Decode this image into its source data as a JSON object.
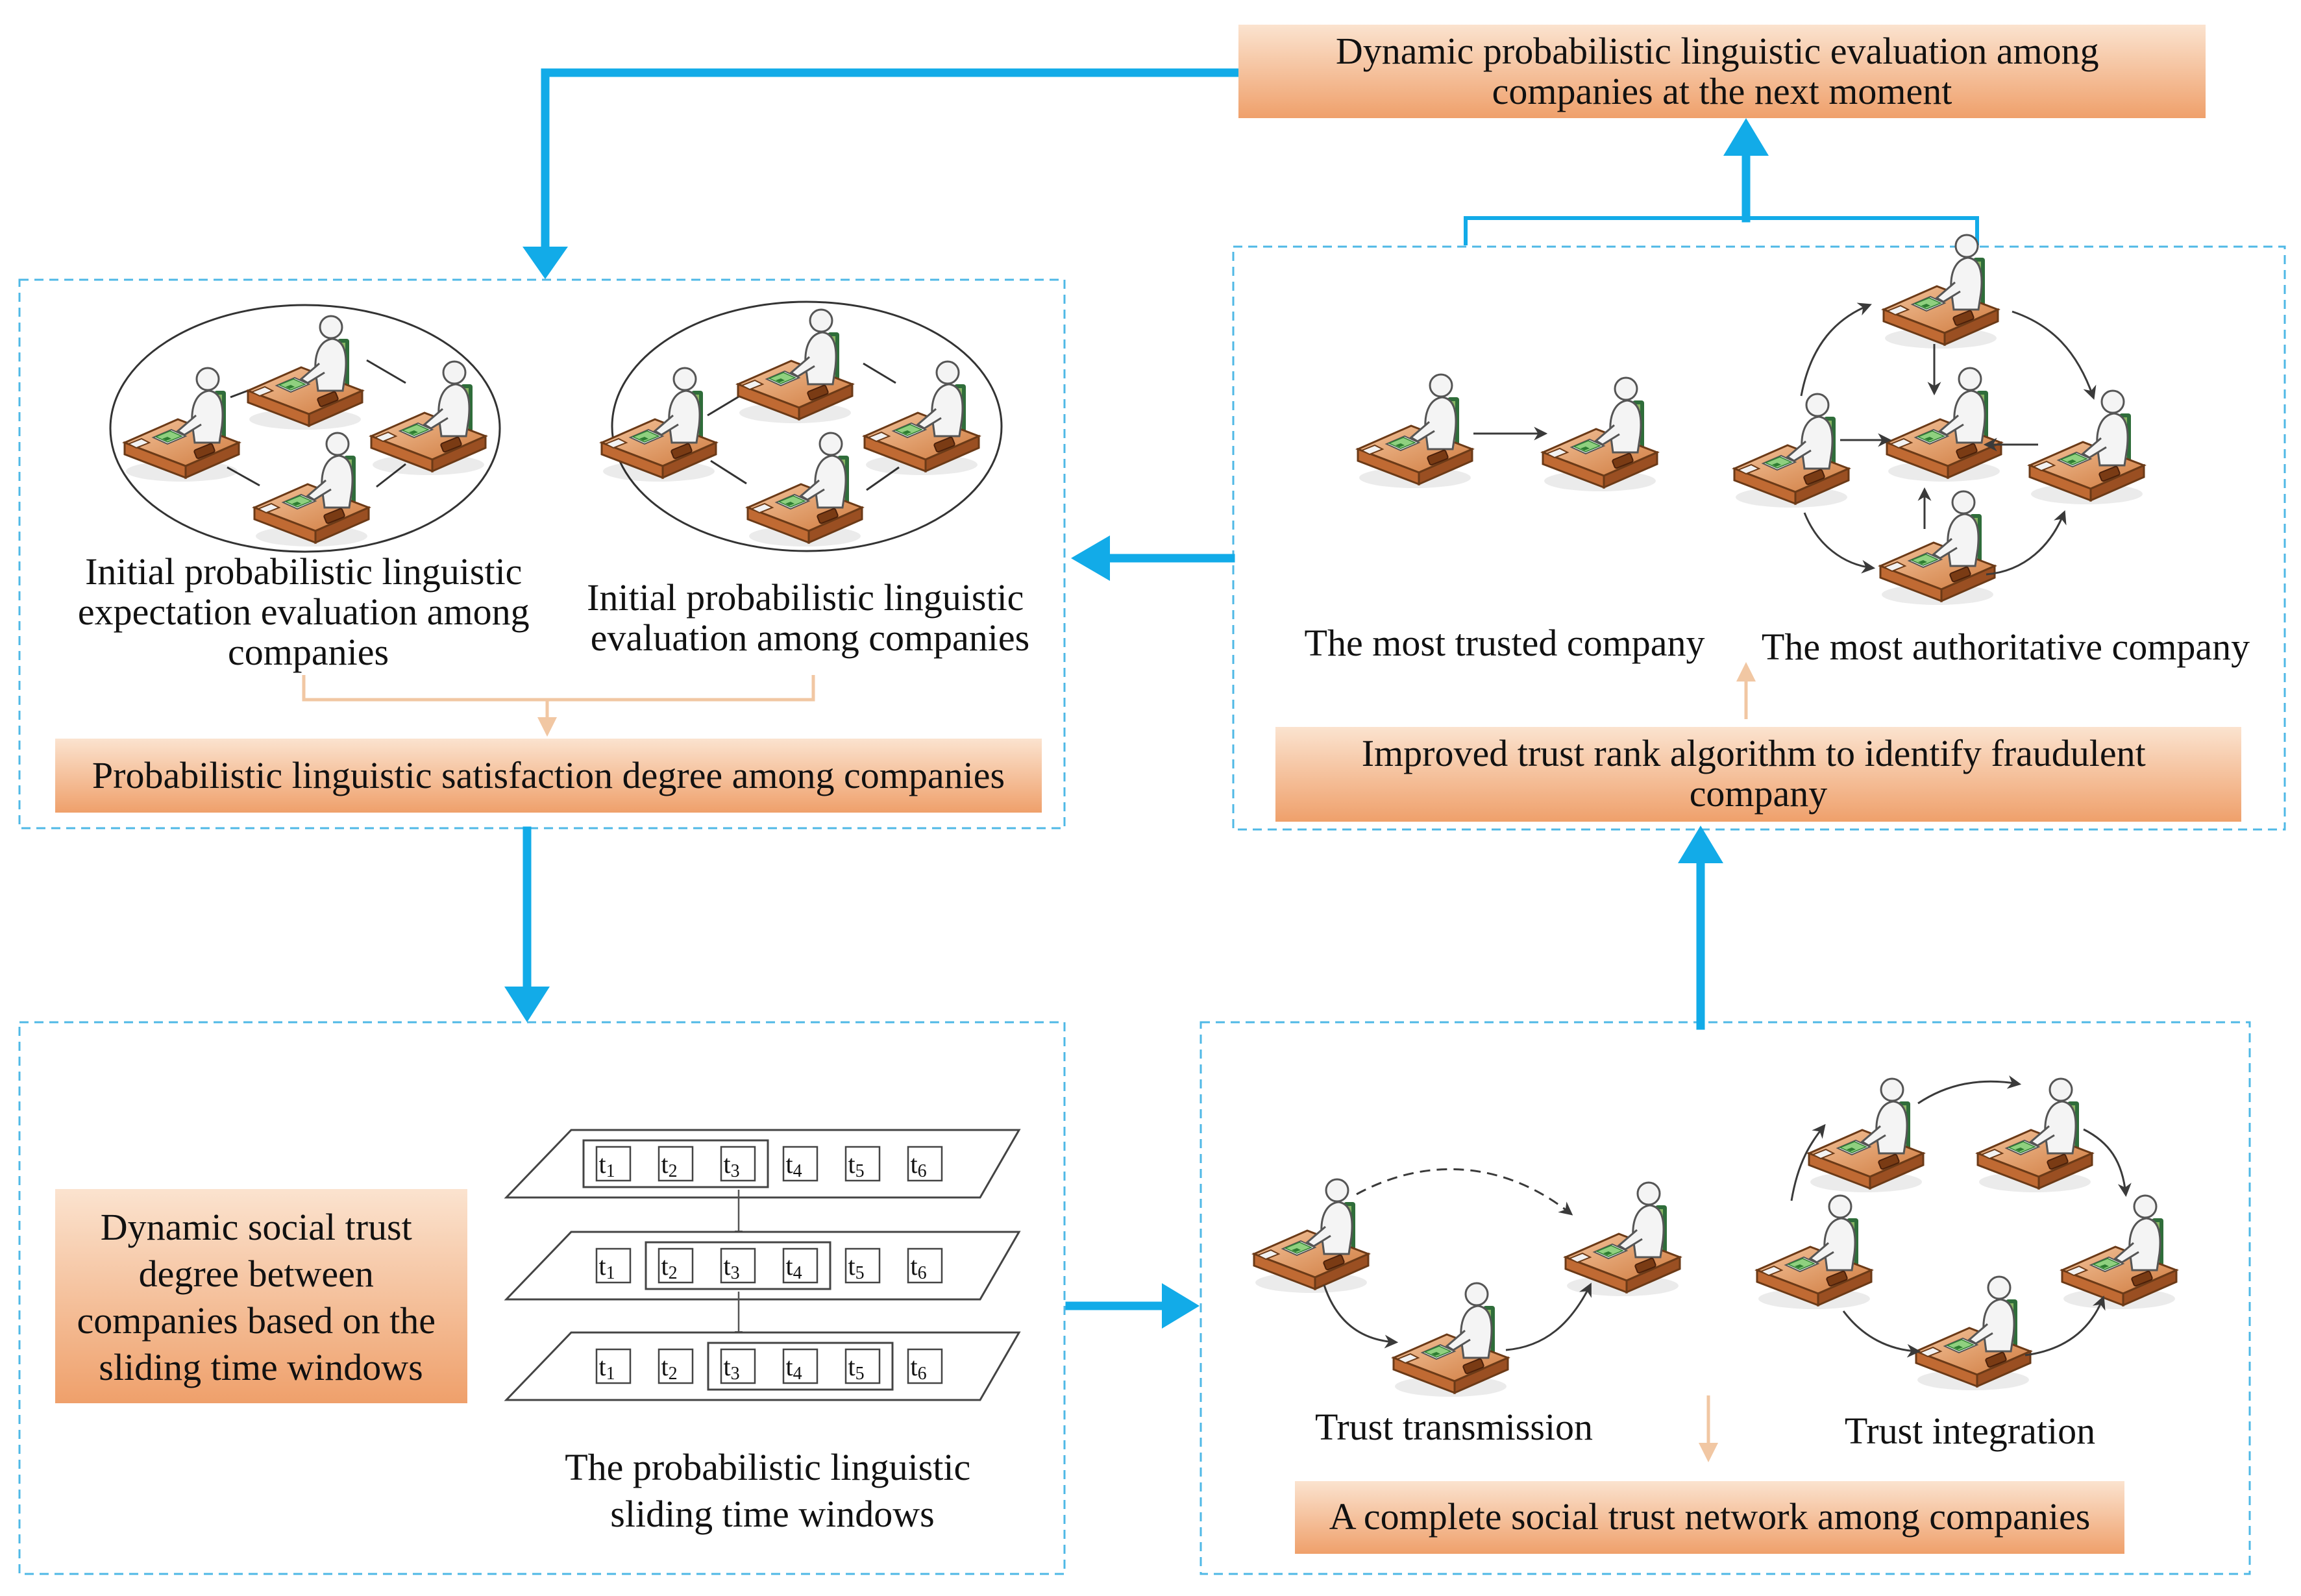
{
  "colors": {
    "flow_arrow": "#12abe8",
    "panel_border": "#4fb8e6",
    "orange_box_top": "#fbe3cf",
    "orange_box_bottom": "#f0a472",
    "inner_arrow": "#f1c7a3",
    "network_arrow": "#3a3a3a",
    "company_desk": "#e7a06b",
    "company_person": "#f4f4f4"
  },
  "icons": {
    "company": "company-desk-worker-icon"
  },
  "top": {
    "next_moment_box": [
      "Dynamic probabilistic linguistic evaluation among",
      "companies at the next moment"
    ]
  },
  "panel_initial": {
    "expectation_label": [
      "Initial probabilistic linguistic",
      "expectation evaluation among",
      "companies"
    ],
    "evaluation_label": [
      "Initial probabilistic linguistic",
      "evaluation among companies"
    ],
    "satisfaction_box": "Probabilistic linguistic satisfaction degree among companies"
  },
  "panel_trust_rank": {
    "most_trusted_label": "The most trusted company",
    "most_authoritative_label": "The most authoritative company",
    "algorithm_box": [
      "Improved trust rank algorithm to identify fraudulent",
      "company"
    ]
  },
  "panel_sliding": {
    "dynamic_trust_box": [
      "Dynamic social trust",
      "degree between",
      "companies based on the",
      "sliding time windows"
    ],
    "windows_caption": [
      "The probabilistic linguistic",
      "sliding time windows"
    ],
    "time_cells": [
      {
        "base": "t",
        "sub": "1"
      },
      {
        "base": "t",
        "sub": "2"
      },
      {
        "base": "t",
        "sub": "3"
      },
      {
        "base": "t",
        "sub": "4"
      },
      {
        "base": "t",
        "sub": "5"
      },
      {
        "base": "t",
        "sub": "6"
      }
    ]
  },
  "panel_network": {
    "transmission_label": "Trust transmission",
    "integration_label": "Trust integration",
    "complete_network_box": "A complete social trust network among companies"
  }
}
